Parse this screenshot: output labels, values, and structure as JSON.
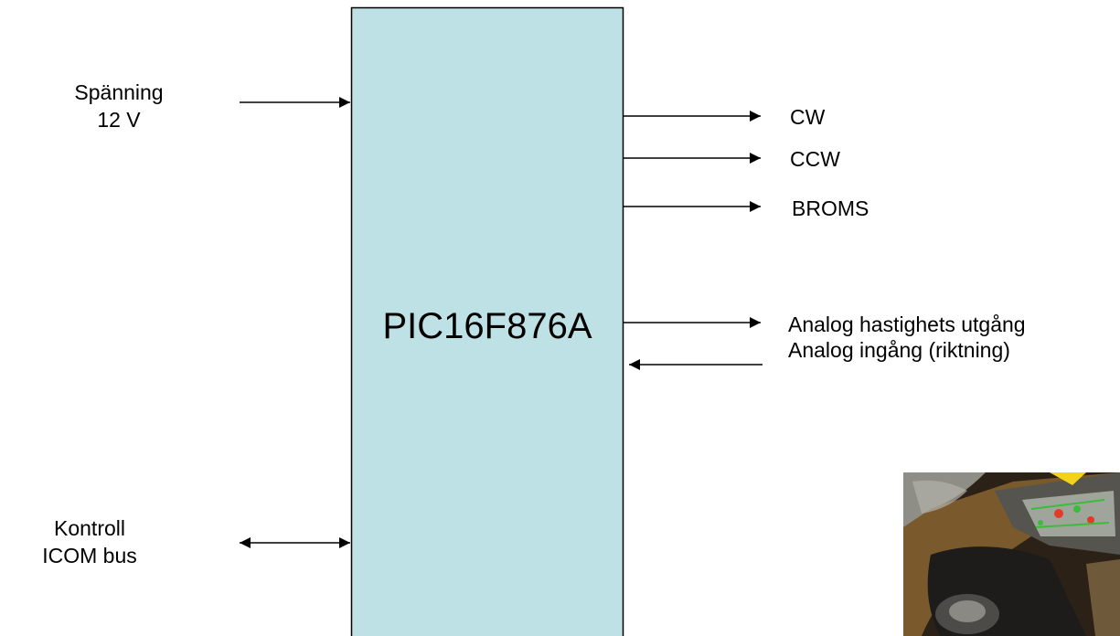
{
  "chip": {
    "label": "PIC16F876A",
    "fill": "#bde1e4",
    "stroke": "#000000"
  },
  "inputs": {
    "power": {
      "line1": "Spänning",
      "line2": "12 V"
    },
    "control": {
      "line1": "Kontroll",
      "line2": "ICOM bus"
    }
  },
  "outputs": {
    "cw": "CW",
    "ccw": "CCW",
    "broms": "BROMS",
    "analog_out": "Analog hastighets utgång",
    "analog_in": "Analog ingång (riktning)"
  },
  "photo": {
    "icon": "circuit-photo"
  }
}
